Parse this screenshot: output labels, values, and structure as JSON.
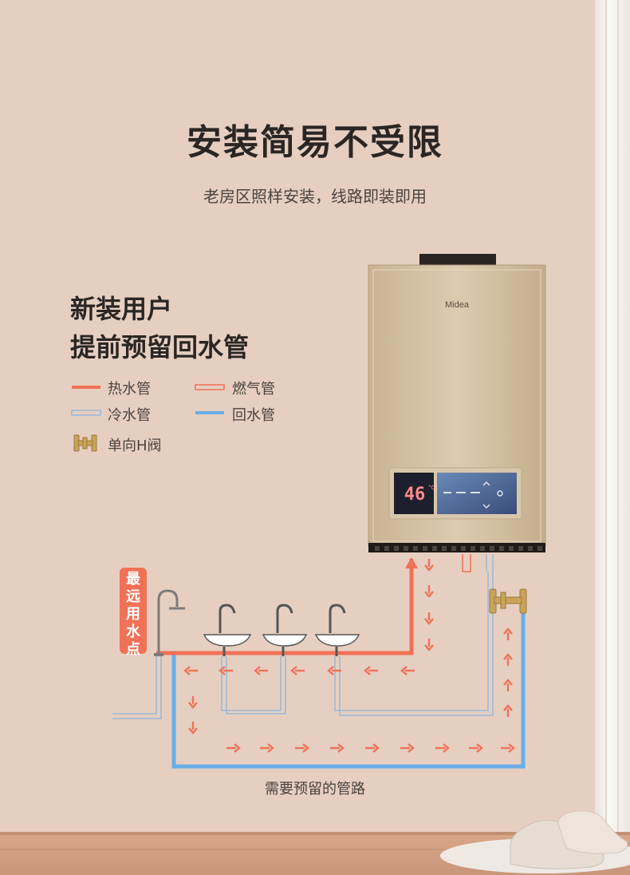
{
  "title": "安装简易不受限",
  "subtitle": "老房区照样安装，线路即装即用",
  "heading": {
    "line1": "新装用户",
    "line2": "提前预留回水管"
  },
  "legend": [
    {
      "label": "热水管",
      "color": "#f07157",
      "style": "solid"
    },
    {
      "label": "燃气管",
      "color": "#f07157",
      "style": "outline"
    },
    {
      "label": "冷水管",
      "color": "#9ab8d6",
      "style": "outline"
    },
    {
      "label": "回水管",
      "color": "#6aaee8",
      "style": "solid"
    },
    {
      "label": "单向H阀",
      "icon": "h-valve-icon"
    }
  ],
  "far_point_label": "最远用水点",
  "caption": "需要预留的管路",
  "heater": {
    "brand": "Midea",
    "display_temp": "46",
    "display_unit": "°C"
  },
  "colors": {
    "hot": "#f07157",
    "return": "#6aaee8",
    "cold": "#9ab8d6",
    "wall": "#e6cfc1"
  }
}
